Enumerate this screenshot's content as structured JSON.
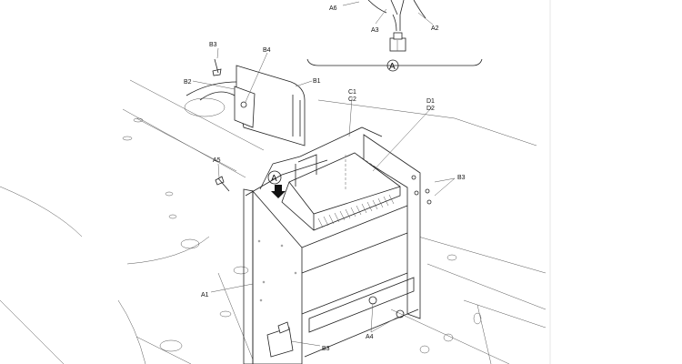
{
  "callouts": {
    "a6": "A6",
    "a3": "A3",
    "a2": "A2",
    "a5": "A5",
    "a1": "A1",
    "a4": "A4",
    "b1": "B1",
    "b2": "B2",
    "b3_top": "B3",
    "b3_right": "B3",
    "b3_bottom": "B3",
    "b4": "B4",
    "c1": "C1",
    "c2": "C2",
    "d1": "D1",
    "d2": "D2"
  },
  "detail_marker": {
    "label": "A",
    "detail_label": "A"
  }
}
